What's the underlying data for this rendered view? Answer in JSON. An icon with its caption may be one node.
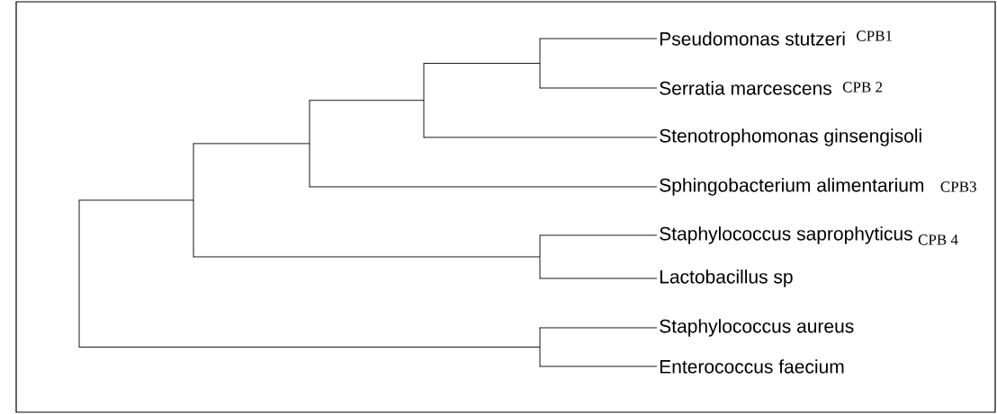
{
  "diagram": {
    "nodes": [
      {
        "text": [
          "Pseudomonas stutzeri"
        ],
        "beside": [
          "CPB1"
        ]
      },
      {
        "text": [
          "Serratia marcescens"
        ],
        "beside": [
          "CPB 2"
        ]
      },
      {
        "text": [
          "Stenotrophomonas ginsengisoli"
        ]
      },
      {
        "text": [
          "Sphingobacterium alimentarium"
        ],
        "beside": [
          "CPB3"
        ]
      },
      {
        "text": [
          "Staphylococcus saprophyticus"
        ],
        "beside": [
          "CPB 4"
        ]
      },
      {
        "text": [
          "Lactobacillus sp"
        ]
      },
      {
        "text": [
          "Staphylococcus aureus"
        ]
      },
      {
        "text": [
          "Enterococcus faecium"
        ]
      },
      {
        "text": [],
        "shape": "bar"
      },
      {
        "text": [],
        "shape": "bar"
      },
      {
        "text": [],
        "shape": "bar"
      },
      {
        "text": [],
        "shape": "bar"
      },
      {
        "text": [],
        "shape": "bar"
      },
      {
        "text": [],
        "shape": "bar"
      },
      {
        "text": [],
        "shape": "bar"
      }
    ],
    "edges": [
      {
        "from": 8,
        "to": 9,
        "arrow": "none"
      },
      {
        "from": 8,
        "to": 14,
        "arrow": "none"
      },
      {
        "from": 9,
        "to": 10,
        "arrow": "none"
      },
      {
        "from": 9,
        "to": 13,
        "arrow": "none"
      },
      {
        "from": 10,
        "to": 11,
        "arrow": "none"
      },
      {
        "from": 10,
        "to": 3,
        "arrow": "none"
      },
      {
        "from": 11,
        "to": 12,
        "arrow": "none"
      },
      {
        "from": 11,
        "to": 2,
        "arrow": "none"
      },
      {
        "from": 12,
        "to": 0,
        "arrow": "none"
      },
      {
        "from": 12,
        "to": 1,
        "arrow": "none"
      },
      {
        "from": 13,
        "to": 4,
        "arrow": "none"
      },
      {
        "from": 13,
        "to": 5,
        "arrow": "none"
      },
      {
        "from": 14,
        "to": 6,
        "arrow": "none"
      },
      {
        "from": 14,
        "to": 7,
        "arrow": "none"
      }
    ]
  }
}
